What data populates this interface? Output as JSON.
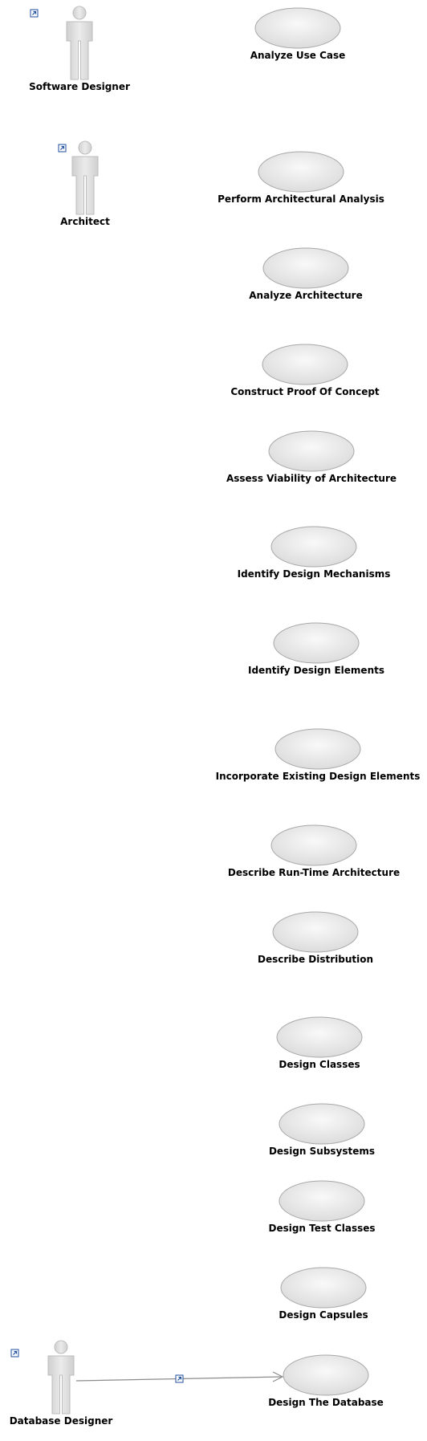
{
  "actors": [
    {
      "id": "software-designer",
      "label": "Software Designer"
    },
    {
      "id": "architect",
      "label": "Architect"
    },
    {
      "id": "database-designer",
      "label": "Database Designer"
    }
  ],
  "use_cases": [
    {
      "id": "analyze-use-case",
      "label": "Analyze Use Case"
    },
    {
      "id": "perform-architectural-analysis",
      "label": "Perform Architectural Analysis"
    },
    {
      "id": "analyze-architecture",
      "label": "Analyze Architecture"
    },
    {
      "id": "construct-proof-of-concept",
      "label": "Construct Proof Of Concept"
    },
    {
      "id": "assess-viability-of-architecture",
      "label": "Assess Viability of Architecture"
    },
    {
      "id": "identify-design-mechanisms",
      "label": "Identify Design Mechanisms"
    },
    {
      "id": "identify-design-elements",
      "label": "Identify Design Elements"
    },
    {
      "id": "incorporate-existing-design-elements",
      "label": "Incorporate Existing Design Elements"
    },
    {
      "id": "describe-run-time-architecture",
      "label": "Describe Run-Time Architecture"
    },
    {
      "id": "describe-distribution",
      "label": "Describe Distribution"
    },
    {
      "id": "design-classes",
      "label": "Design Classes"
    },
    {
      "id": "design-subsystems",
      "label": "Design Subsystems"
    },
    {
      "id": "design-test-classes",
      "label": "Design Test Classes"
    },
    {
      "id": "design-capsules",
      "label": "Design Capsules"
    },
    {
      "id": "design-the-database",
      "label": "Design The Database"
    }
  ],
  "associations": [
    {
      "from": "database-designer",
      "to": "design-the-database"
    }
  ],
  "colors": {
    "actor_fill": "#d9d9d9",
    "actor_stroke": "#bdbdbd",
    "usecase_fill": "#ececec",
    "usecase_stroke": "#a8a8a8",
    "link_line": "#8c8c8c",
    "shortcut_icon": "#1f4e9c"
  }
}
